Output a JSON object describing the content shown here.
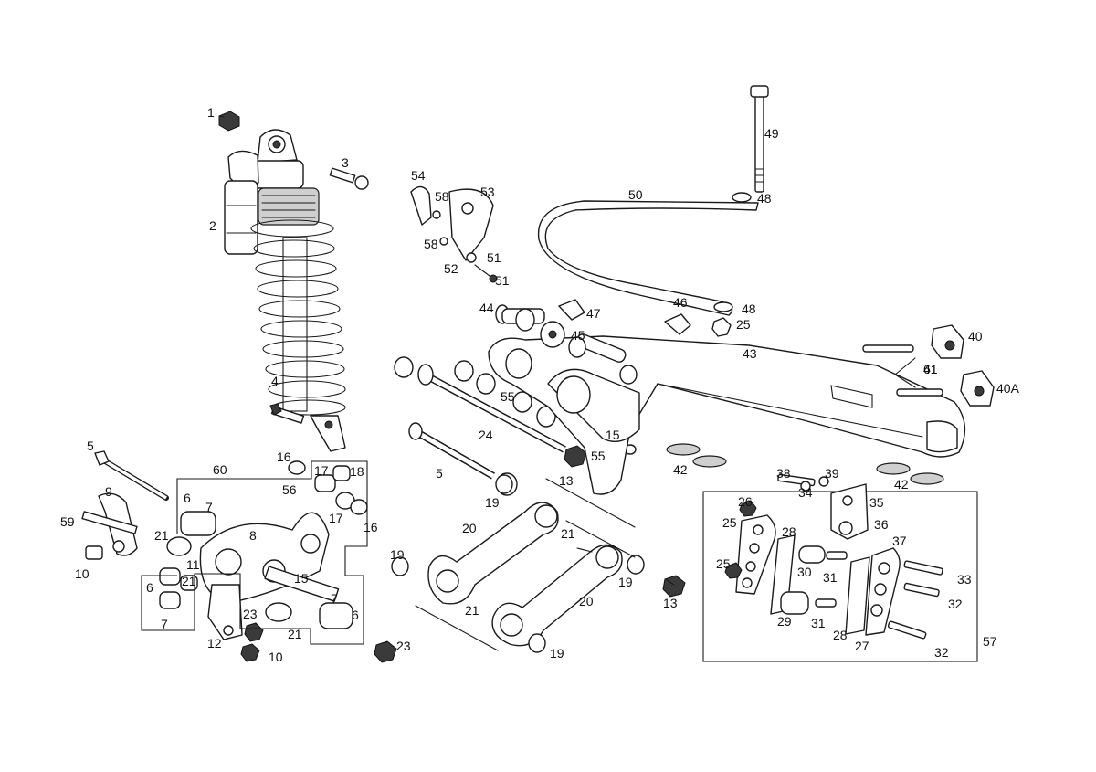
{
  "diagram": {
    "colors": {
      "line": "#1a1a1a",
      "background": "#ffffff"
    },
    "callouts": [
      "1",
      "2",
      "3",
      "4",
      "5",
      "5",
      "6",
      "6",
      "6",
      "7",
      "7",
      "7",
      "8",
      "9",
      "10",
      "10",
      "11",
      "12",
      "13",
      "13",
      "15",
      "15",
      "16",
      "16",
      "17",
      "17",
      "18",
      "19",
      "19",
      "19",
      "19",
      "20",
      "20",
      "21",
      "21",
      "21",
      "21",
      "21",
      "23",
      "23",
      "24",
      "25",
      "25",
      "25",
      "26",
      "27",
      "28",
      "28",
      "29",
      "30",
      "31",
      "31",
      "32",
      "32",
      "33",
      "34",
      "35",
      "36",
      "37",
      "38",
      "39",
      "40",
      "40A",
      "41",
      "42",
      "42",
      "43",
      "44",
      "45",
      "46",
      "47",
      "48",
      "48",
      "49",
      "50",
      "51",
      "51",
      "52",
      "53",
      "54",
      "55",
      "55",
      "56",
      "57",
      "58",
      "58",
      "59",
      "60",
      "61"
    ]
  }
}
